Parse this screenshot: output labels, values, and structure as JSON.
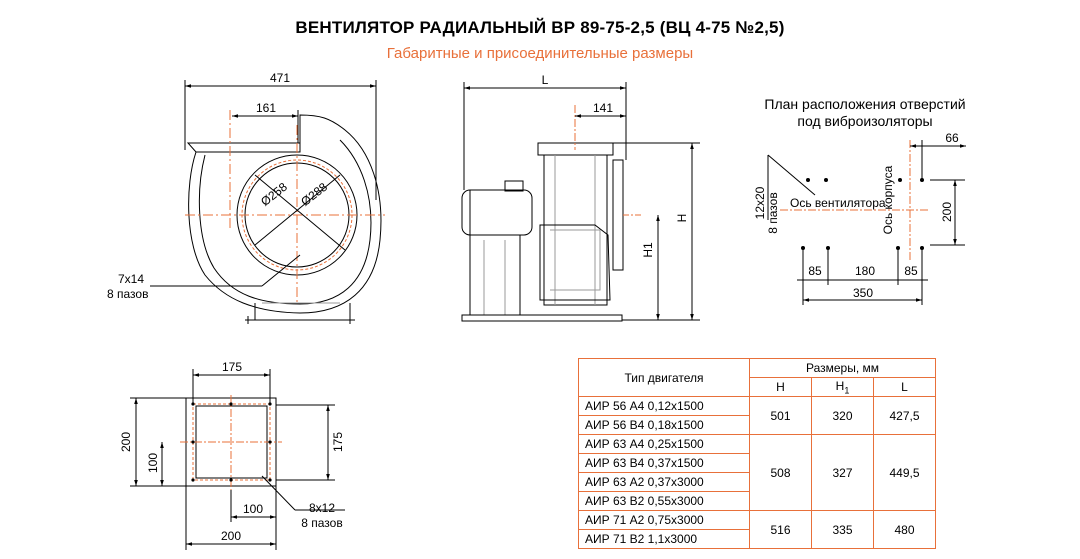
{
  "header": {
    "title": "ВЕНТИЛЯТОР РАДИАЛЬНЫЙ ВР 89-75-2,5 (ВЦ 4-75 №2,5)",
    "subtitle": "Габаритные и присоединительные размеры"
  },
  "front_view": {
    "dim_total_width": "471",
    "dim_offset": "161",
    "dim_d_inner": "Ø258",
    "dim_d_outer": "Ø288",
    "holes_note_line1": "7x14",
    "holes_note_line2": "8 пазов"
  },
  "side_view": {
    "dim_length": "L",
    "dim_offset": "141",
    "dim_height": "H",
    "dim_height1": "H1"
  },
  "plan": {
    "caption_line1": "План расположения отверстий",
    "caption_line2": "под виброизоляторы",
    "dim_offset": "66",
    "dim_depth": "200",
    "dim_left": "85",
    "dim_middle": "180",
    "dim_right": "85",
    "dim_total": "350",
    "slots_line1": "12x20",
    "slots_line2": "8 пазов",
    "axis_fan": "Ось вентилятора",
    "axis_body": "Ось корпуса"
  },
  "outlet_view": {
    "dim_width": "175",
    "dim_height_right": "175",
    "dim_height_left": "200",
    "dim_half_height": "100",
    "dim_half_width": "100",
    "dim_base_width": "200",
    "holes_line1": "8x12",
    "holes_line2": "8 пазов"
  },
  "table": {
    "col_motor": "Тип двигателя",
    "col_sizes": "Размеры, мм",
    "col_h": "H",
    "col_h1_base": "H",
    "col_h1_sub": "1",
    "col_l": "L",
    "groups": [
      {
        "motors": [
          "АИР 56 А4 0,12х1500",
          "АИР 56 В4 0,18х1500"
        ],
        "h": "501",
        "h1": "320",
        "l": "427,5"
      },
      {
        "motors": [
          "АИР 63 А4 0,25х1500",
          "АИР 63 В4 0,37х1500",
          "АИР 63 А2 0,37х3000",
          "АИР 63 В2 0,55х3000"
        ],
        "h": "508",
        "h1": "327",
        "l": "449,5"
      },
      {
        "motors": [
          "АИР 71 А2 0,75х3000",
          "АИР 71 В2 1,1х3000"
        ],
        "h": "516",
        "h1": "335",
        "l": "480"
      }
    ]
  },
  "colors": {
    "accent": "#e8703a",
    "line": "#000000",
    "hatch": "#9a9a9a"
  }
}
